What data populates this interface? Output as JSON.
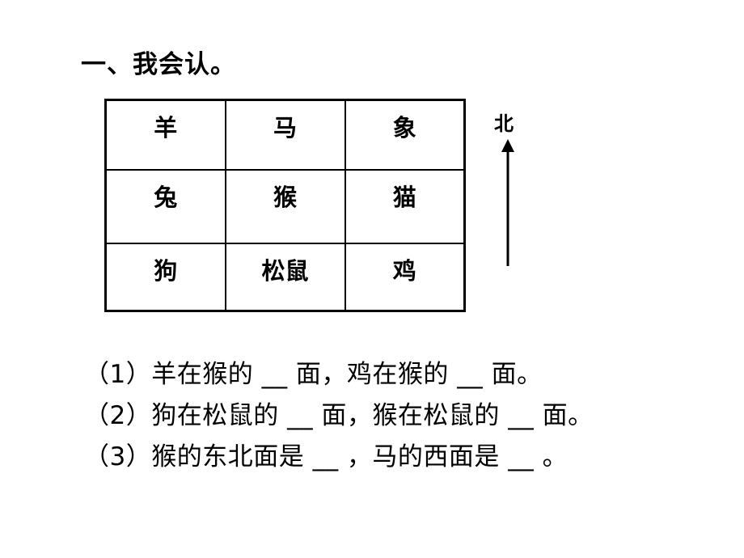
{
  "heading": "一、我会认。",
  "grid": [
    [
      "羊",
      "马",
      "象"
    ],
    [
      "兔",
      "猴",
      "猫"
    ],
    [
      "狗",
      "松鼠",
      "鸡"
    ]
  ],
  "compass": {
    "label": "北"
  },
  "questions": [
    "（1）羊在猴的 __ 面，鸡在猴的 __ 面。",
    "（2）狗在松鼠的 __ 面，猴在松鼠的 __ 面。",
    "（3）猴的东北面是 __ ，马的西面是 __ 。"
  ]
}
